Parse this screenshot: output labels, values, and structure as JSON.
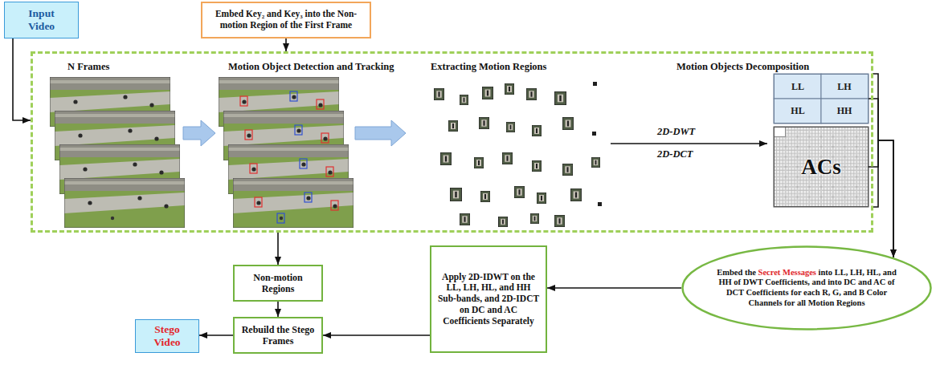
{
  "diagram": {
    "nodes": [
      {
        "text": [
          "Input Video"
        ]
      },
      {
        "text": [
          "Embed Key₂ and Key₃ into the Non-motion Region of the First Frame"
        ]
      },
      {
        "text": [
          "N Frames",
          "Motion Object Detection and Tracking",
          "Extracting Motion Regions",
          "Motion Objects Decomposition"
        ]
      },
      {
        "text": [
          "LL",
          "LH",
          "HL",
          "HH"
        ],
        "in": 2
      },
      {
        "text": [
          "ACs"
        ],
        "in": 2
      },
      {
        "text": [
          "Embed the Secret Messages into LL, LH, HL, and HH of DWT Coefficients, and into DC and AC of DCT Coefficients for each R, G, and B Color Channels for all Motion Regions"
        ]
      },
      {
        "text": [
          "Non-motion Regions"
        ]
      },
      {
        "text": [
          "Apply 2D-IDWT on the LL, LH, HL, and HH Sub-bands, and 2D-IDCT on DC and AC Coefficients Separately"
        ]
      },
      {
        "text": [
          "Rebuild the Stego Frames"
        ]
      },
      {
        "text": [
          "Stego Video"
        ]
      }
    ],
    "edges": [
      {
        "from": 0,
        "to": 2,
        "arrow": "to"
      },
      {
        "from": 1,
        "to": 2,
        "arrow": "to"
      },
      {
        "from": 3,
        "to": 5,
        "arrow": "to"
      },
      {
        "from": 4,
        "to": 5,
        "arrow": "to"
      },
      {
        "from": 2,
        "to": 6,
        "arrow": "to"
      },
      {
        "from": 6,
        "to": 8,
        "arrow": "to"
      },
      {
        "from": 5,
        "to": 7,
        "arrow": "to"
      },
      {
        "from": 7,
        "to": 8,
        "arrow": "to"
      },
      {
        "from": 8,
        "to": 9,
        "arrow": "to"
      }
    ],
    "labels": [
      "2D-DWT",
      "2D-DCT"
    ]
  }
}
